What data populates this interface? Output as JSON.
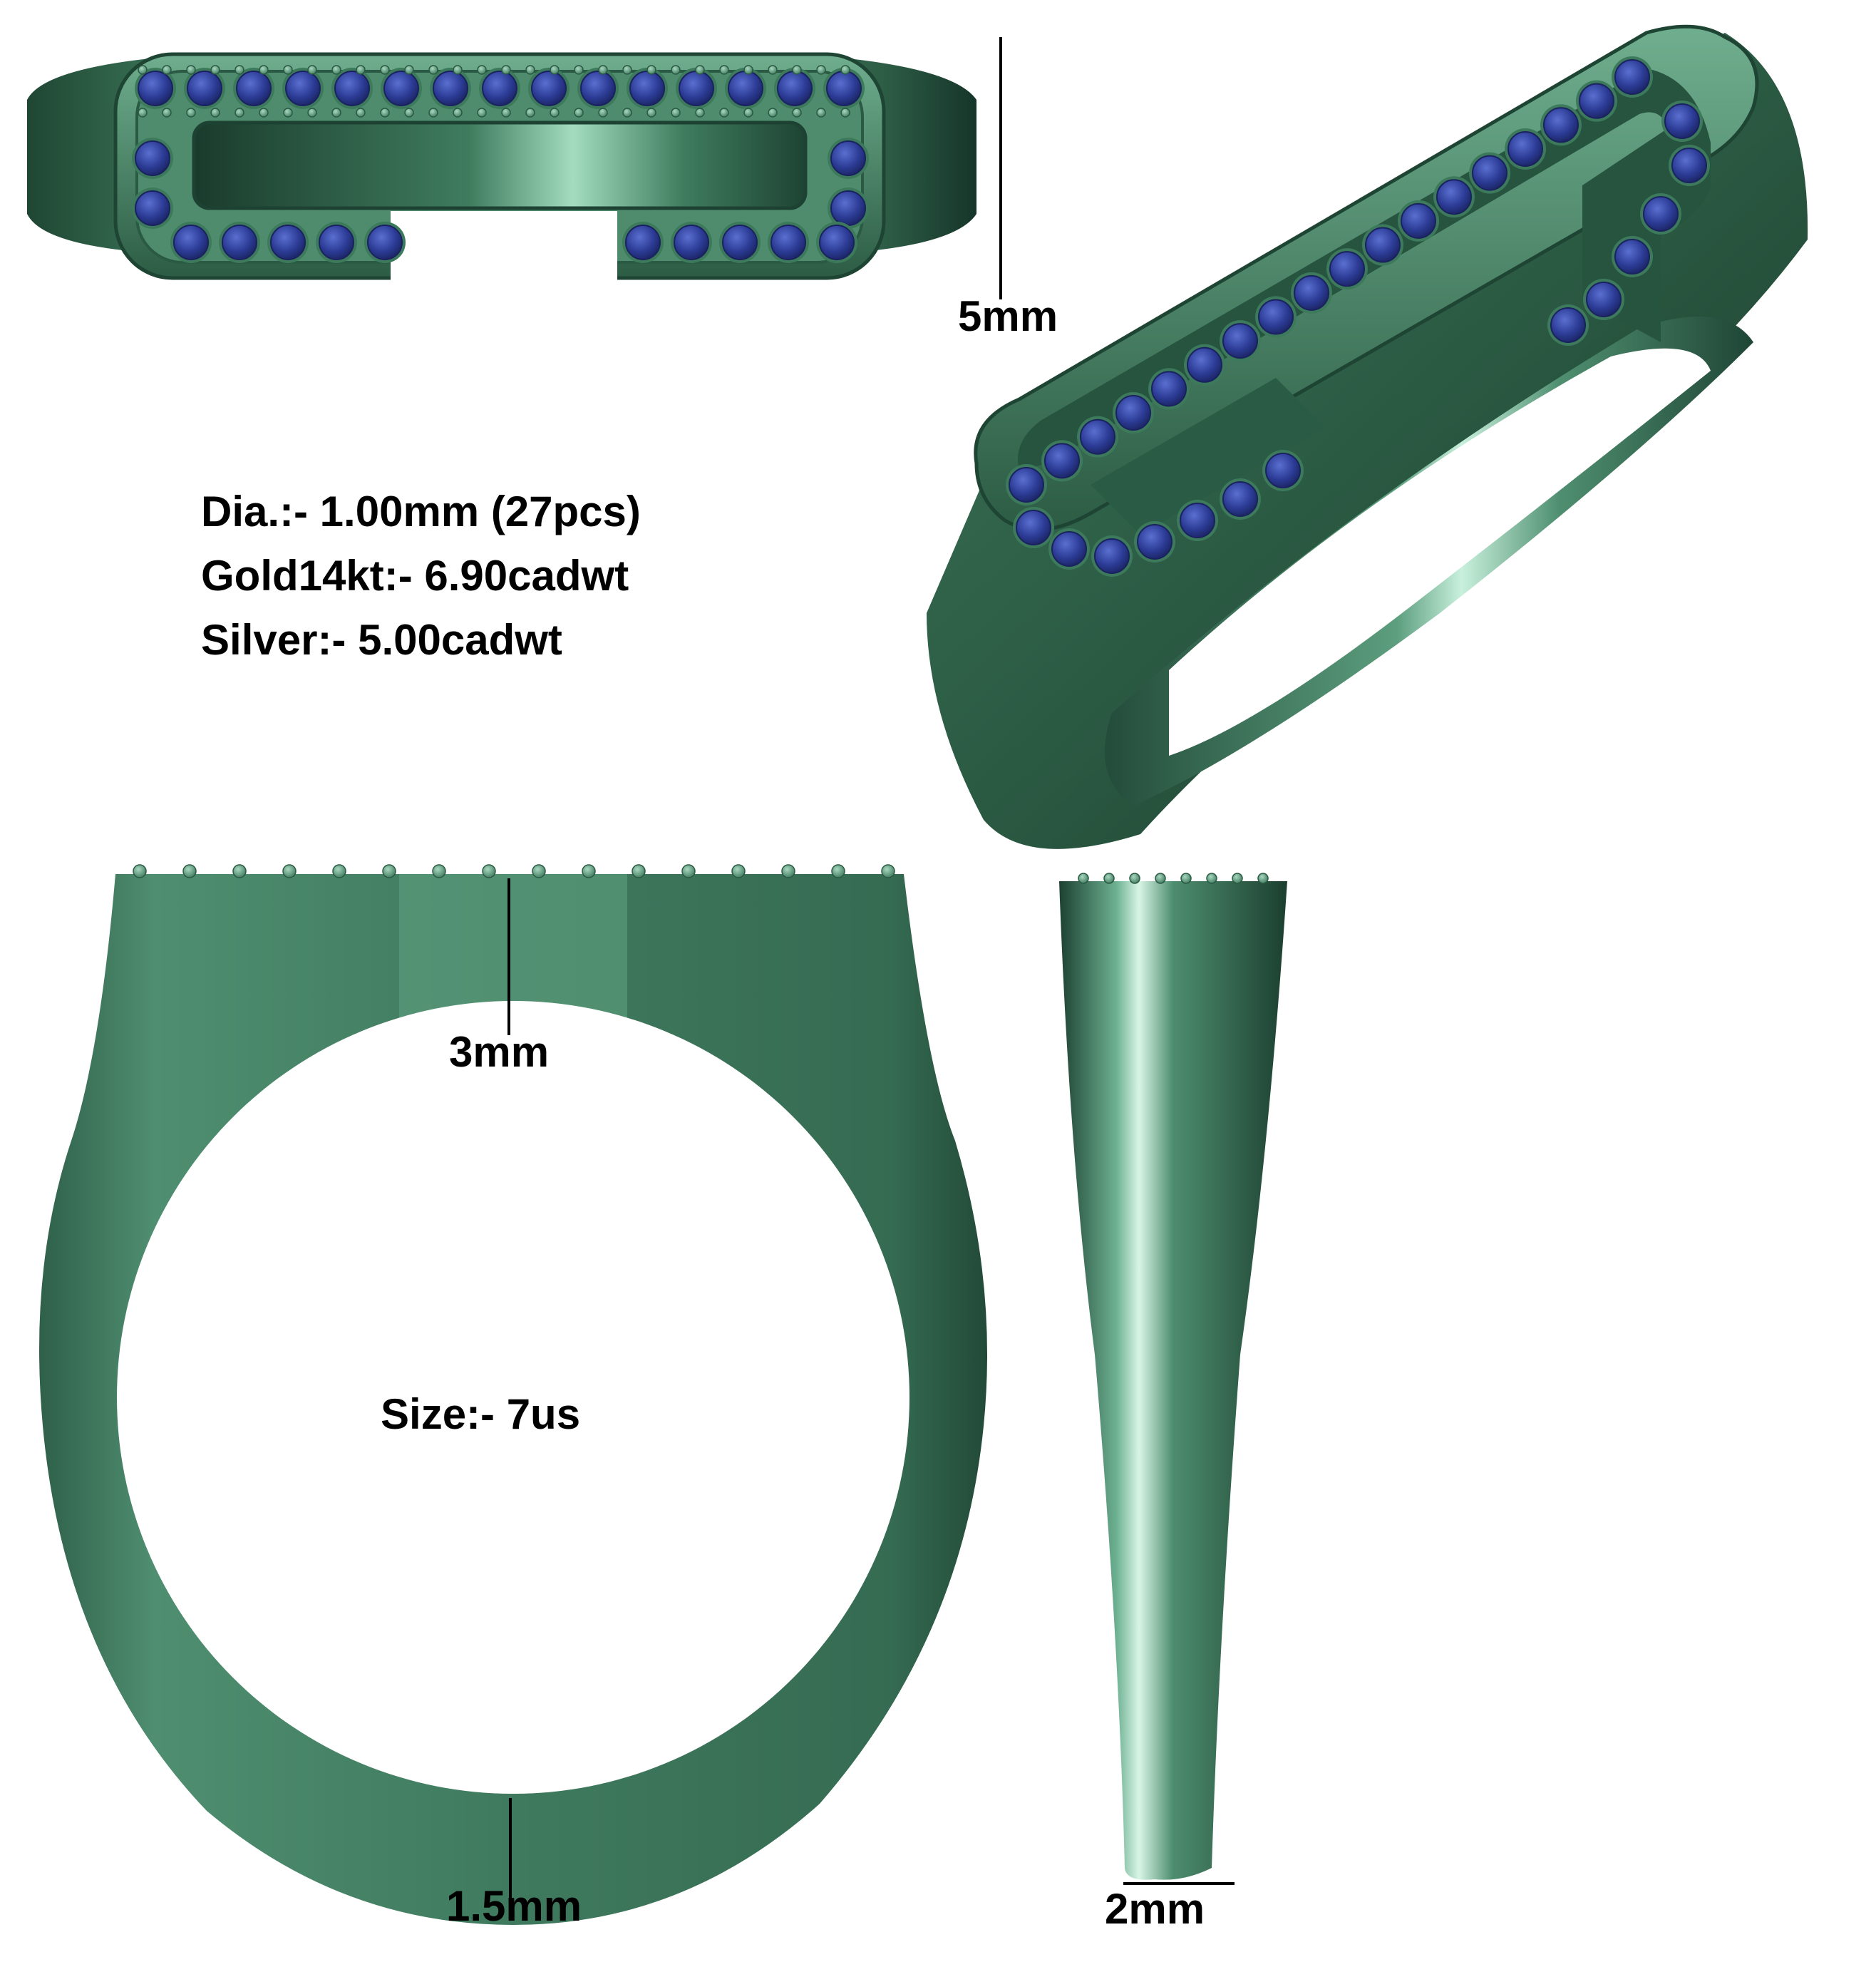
{
  "specs": {
    "diamond": "Dia.:- 1.00mm (27pcs)",
    "gold": "Gold14kt:- 6.90cadwt",
    "silver": "Silver:- 5.00cadwt"
  },
  "dimensions": {
    "height": "5mm",
    "top_width": "3mm",
    "bottom_width": "1.5mm",
    "side_width": "2mm"
  },
  "ring_size": "Size:- 7us",
  "colors": {
    "metal": "#3f7a5e",
    "metal_dark": "#1e4432",
    "metal_light": "#9fd6b9",
    "stone": "#2f3f9a",
    "bead": "#5d9a78",
    "background": "#ffffff"
  }
}
